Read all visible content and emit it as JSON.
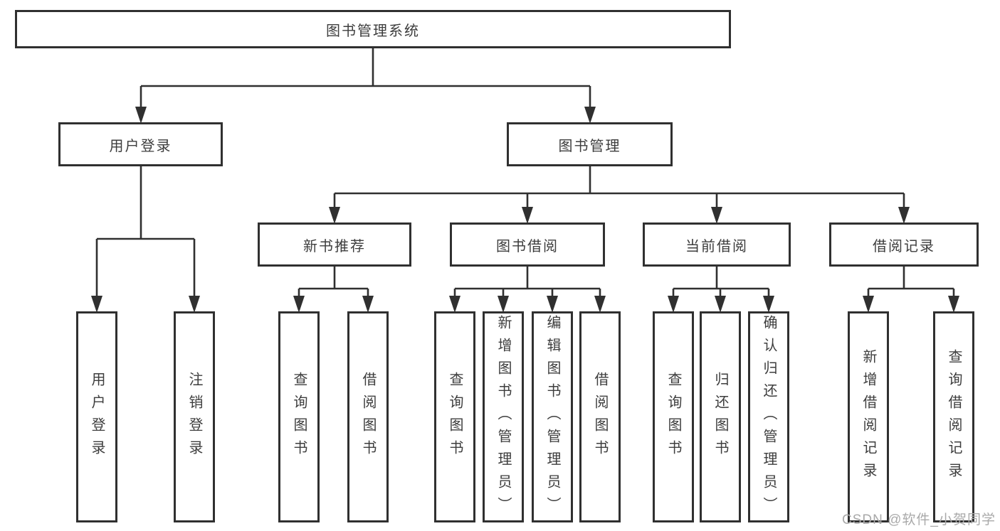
{
  "colors": {
    "line": "#303030",
    "text": "#3d3d3d",
    "background": "#ffffff",
    "watermark": "#a9a9a9"
  },
  "diagram": {
    "root": {
      "label": "图书管理系统"
    },
    "level2": [
      {
        "label": "用户登录",
        "children": [
          {
            "label": "用户登录"
          },
          {
            "label": "注销登录"
          }
        ]
      },
      {
        "label": "图书管理",
        "children": [
          {
            "label": "新书推荐",
            "children": [
              {
                "label": "查询图书"
              },
              {
                "label": "借阅图书"
              }
            ]
          },
          {
            "label": "图书借阅",
            "children": [
              {
                "label": "查询图书"
              },
              {
                "label": "新增图书（管理员）"
              },
              {
                "label": "编辑图书（管理员）"
              },
              {
                "label": "借阅图书"
              }
            ]
          },
          {
            "label": "当前借阅",
            "children": [
              {
                "label": "查询图书"
              },
              {
                "label": "归还图书"
              },
              {
                "label": "确认归还（管理员）"
              }
            ]
          },
          {
            "label": "借阅记录",
            "children": [
              {
                "label": "新增借阅记录"
              },
              {
                "label": "查询借阅记录"
              }
            ]
          }
        ]
      }
    ]
  },
  "watermark": {
    "text": "CSDN @软件_小贺同学"
  }
}
